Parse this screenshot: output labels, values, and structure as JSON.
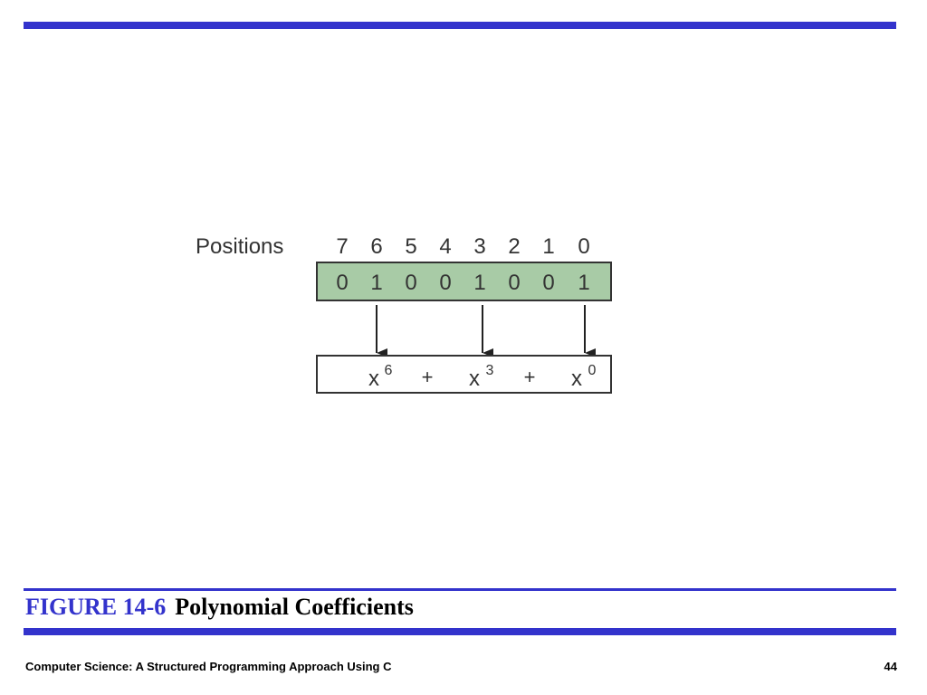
{
  "figure": {
    "number": "FIGURE 14-6",
    "title": "Polynomial Coefficients"
  },
  "footer": {
    "book_title": "Computer Science: A Structured Programming Approach Using C",
    "page_number": "44"
  },
  "diagram": {
    "positions_label": "Positions",
    "positions": [
      "7",
      "6",
      "5",
      "4",
      "3",
      "2",
      "1",
      "0"
    ],
    "bits": [
      "0",
      "1",
      "0",
      "0",
      "1",
      "0",
      "0",
      "1"
    ],
    "terms": [
      {
        "base": "x",
        "exponent": "6"
      },
      {
        "operator": "+"
      },
      {
        "base": "x",
        "exponent": "3"
      },
      {
        "operator": "+"
      },
      {
        "base": "x",
        "exponent": "0"
      }
    ],
    "colors": {
      "bit_box_fill": "#a8cba6",
      "accent": "#3333cc"
    }
  }
}
